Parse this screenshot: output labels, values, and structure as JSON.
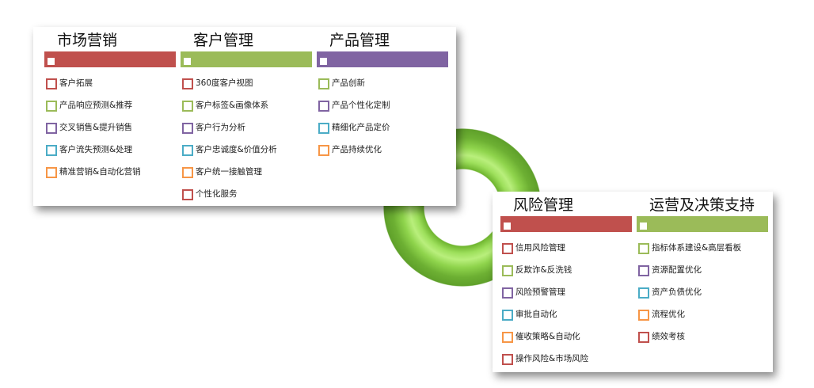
{
  "colors": {
    "red": "#c0504d",
    "green": "#9bbb59",
    "purple": "#8064a2",
    "teal": "#4bacc6",
    "orange": "#f79646",
    "ring": "#8fd44c"
  },
  "top_card": {
    "columns": [
      {
        "title": "市场营销",
        "bar_color": "red",
        "items": [
          {
            "label": "客户拓展",
            "color": "red"
          },
          {
            "label": "产品响应预测&推荐",
            "color": "green"
          },
          {
            "label": "交叉销售&提升销售",
            "color": "purple"
          },
          {
            "label": "客户流失预测&处理",
            "color": "teal"
          },
          {
            "label": "精准营销&自动化营销",
            "color": "orange"
          }
        ]
      },
      {
        "title": "客户管理",
        "bar_color": "green",
        "items": [
          {
            "label": "360度客户视图",
            "color": "red"
          },
          {
            "label": "客户标签&画像体系",
            "color": "green"
          },
          {
            "label": "客户行为分析",
            "color": "purple"
          },
          {
            "label": "客户忠诚度&价值分析",
            "color": "teal"
          },
          {
            "label": "客户统一接触管理",
            "color": "orange"
          },
          {
            "label": "个性化服务",
            "color": "red"
          }
        ]
      },
      {
        "title": "产品管理",
        "bar_color": "purple",
        "items": [
          {
            "label": "产品创新",
            "color": "green"
          },
          {
            "label": "产品个性化定制",
            "color": "purple"
          },
          {
            "label": "精细化产品定价",
            "color": "teal"
          },
          {
            "label": "产品持续优化",
            "color": "orange"
          }
        ]
      }
    ]
  },
  "bottom_card": {
    "columns": [
      {
        "title": "风险管理",
        "bar_color": "red",
        "items": [
          {
            "label": "信用风险管理",
            "color": "red"
          },
          {
            "label": "反欺诈&反洗钱",
            "color": "green"
          },
          {
            "label": "风险预警管理",
            "color": "purple"
          },
          {
            "label": "审批自动化",
            "color": "teal"
          },
          {
            "label": "催收策略&自动化",
            "color": "orange"
          },
          {
            "label": "操作风险&市场风险",
            "color": "red"
          }
        ]
      },
      {
        "title": "运营及决策支持",
        "bar_color": "green",
        "items": [
          {
            "label": "指标体系建设&高层看板",
            "color": "green"
          },
          {
            "label": "资源配置优化",
            "color": "purple"
          },
          {
            "label": "资产负债优化",
            "color": "teal"
          },
          {
            "label": "流程优化",
            "color": "orange"
          },
          {
            "label": "绩效考核",
            "color": "red"
          }
        ]
      }
    ]
  }
}
